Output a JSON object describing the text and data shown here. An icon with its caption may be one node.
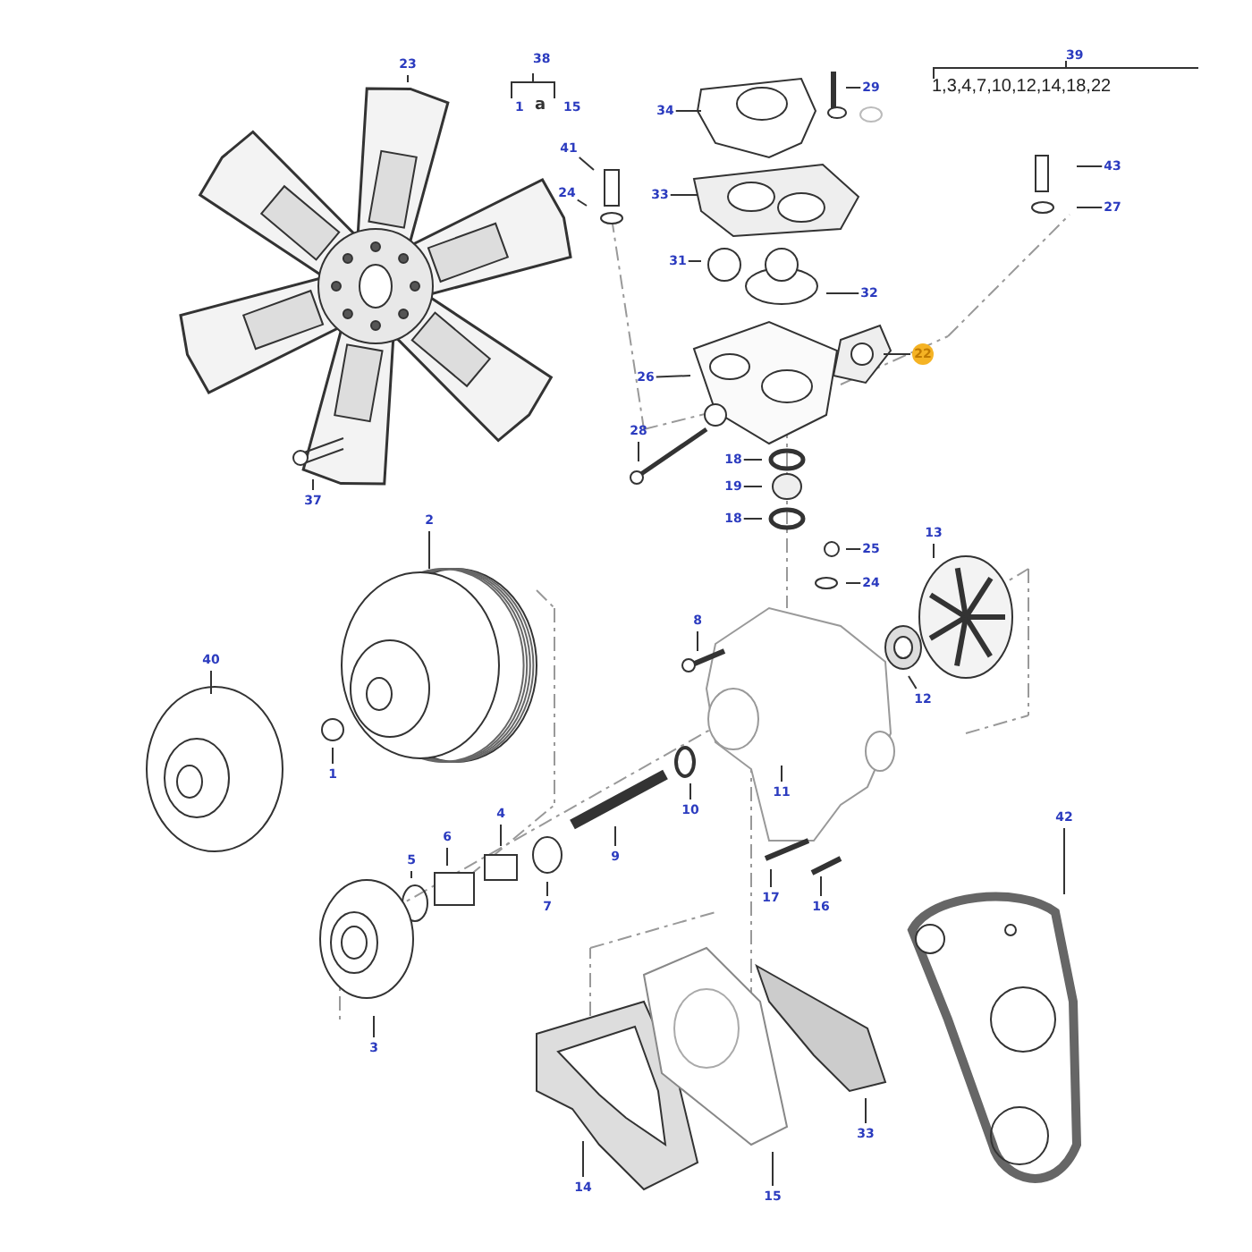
{
  "diagram": {
    "nodes": [
      {
        "text": [
          "23"
        ]
      },
      {
        "text": [
          "37"
        ]
      },
      {
        "text": [
          "41"
        ]
      },
      {
        "text": [
          "24"
        ]
      },
      {
        "text": [
          "34"
        ]
      },
      {
        "text": [
          "33"
        ]
      },
      {
        "text": [
          "29"
        ]
      },
      {
        "text": [
          "31"
        ]
      },
      {
        "text": [
          "32"
        ]
      },
      {
        "text": [
          "22"
        ]
      },
      {
        "text": [
          "26"
        ]
      },
      {
        "text": [
          "28"
        ]
      },
      {
        "text": [
          "18"
        ]
      },
      {
        "text": [
          "19"
        ]
      },
      {
        "text": [
          "18"
        ]
      },
      {
        "text": [
          "43"
        ]
      },
      {
        "text": [
          "27"
        ]
      },
      {
        "text": [
          "25"
        ]
      },
      {
        "text": [
          "24"
        ]
      },
      {
        "text": [
          "13"
        ]
      },
      {
        "text": [
          "12"
        ]
      },
      {
        "text": [
          "2"
        ]
      },
      {
        "text": [
          "40"
        ]
      },
      {
        "text": [
          "1"
        ]
      },
      {
        "text": [
          "8"
        ]
      },
      {
        "text": [
          "11"
        ]
      },
      {
        "text": [
          "10"
        ]
      },
      {
        "text": [
          "9"
        ]
      },
      {
        "text": [
          "6"
        ]
      },
      {
        "text": [
          "5"
        ]
      },
      {
        "text": [
          "4"
        ]
      },
      {
        "text": [
          "7"
        ]
      },
      {
        "text": [
          "3"
        ]
      },
      {
        "text": [
          "17"
        ]
      },
      {
        "text": [
          "16"
        ]
      },
      {
        "text": [
          "42"
        ]
      },
      {
        "text": [
          "14"
        ]
      },
      {
        "text": [
          "15"
        ]
      },
      {
        "text": [
          "33"
        ]
      }
    ],
    "edges": [
      {
        "from": 0,
        "to": null,
        "arrow": "none"
      },
      {
        "from": 1,
        "to": null,
        "arrow": "none"
      },
      {
        "from": 2,
        "to": null,
        "arrow": "none"
      },
      {
        "from": 3,
        "to": null,
        "arrow": "none"
      },
      {
        "from": 4,
        "to": null,
        "arrow": "none"
      },
      {
        "from": 5,
        "to": null,
        "arrow": "none"
      },
      {
        "from": 6,
        "to": null,
        "arrow": "none"
      },
      {
        "from": 7,
        "to": null,
        "arrow": "none"
      },
      {
        "from": 8,
        "to": null,
        "arrow": "none"
      },
      {
        "from": 9,
        "to": null,
        "arrow": "none"
      },
      {
        "from": 10,
        "to": null,
        "arrow": "none"
      },
      {
        "from": 11,
        "to": null,
        "arrow": "none"
      },
      {
        "from": 12,
        "to": null,
        "arrow": "none"
      },
      {
        "from": 13,
        "to": null,
        "arrow": "none"
      },
      {
        "from": 14,
        "to": null,
        "arrow": "none"
      },
      {
        "from": 15,
        "to": null,
        "arrow": "none"
      },
      {
        "from": 16,
        "to": null,
        "arrow": "none"
      },
      {
        "from": 17,
        "to": null,
        "arrow": "none"
      },
      {
        "from": 18,
        "to": null,
        "arrow": "none"
      },
      {
        "from": 19,
        "to": null,
        "arrow": "none"
      },
      {
        "from": 20,
        "to": null,
        "arrow": "none"
      },
      {
        "from": 21,
        "to": null,
        "arrow": "none"
      },
      {
        "from": 22,
        "to": null,
        "arrow": "none"
      },
      {
        "from": 23,
        "to": null,
        "arrow": "none"
      },
      {
        "from": 24,
        "to": null,
        "arrow": "none"
      },
      {
        "from": 25,
        "to": null,
        "arrow": "none"
      },
      {
        "from": 26,
        "to": null,
        "arrow": "none"
      },
      {
        "from": 27,
        "to": null,
        "arrow": "none"
      },
      {
        "from": 28,
        "to": null,
        "arrow": "none"
      },
      {
        "from": 29,
        "to": null,
        "arrow": "none"
      },
      {
        "from": 30,
        "to": null,
        "arrow": "none"
      },
      {
        "from": 31,
        "to": null,
        "arrow": "none"
      },
      {
        "from": 32,
        "to": null,
        "arrow": "none"
      },
      {
        "from": 33,
        "to": null,
        "arrow": "none"
      },
      {
        "from": 34,
        "to": null,
        "arrow": "none"
      },
      {
        "from": 35,
        "to": null,
        "arrow": "none"
      },
      {
        "from": 36,
        "to": null,
        "arrow": "none"
      },
      {
        "from": 37,
        "to": null,
        "arrow": "none"
      },
      {
        "from": 38,
        "to": null,
        "arrow": "none"
      }
    ],
    "labels": [
      "38",
      "1",
      "a",
      "15",
      "39",
      "1,3,4,7,10,12,14,18,22"
    ]
  }
}
